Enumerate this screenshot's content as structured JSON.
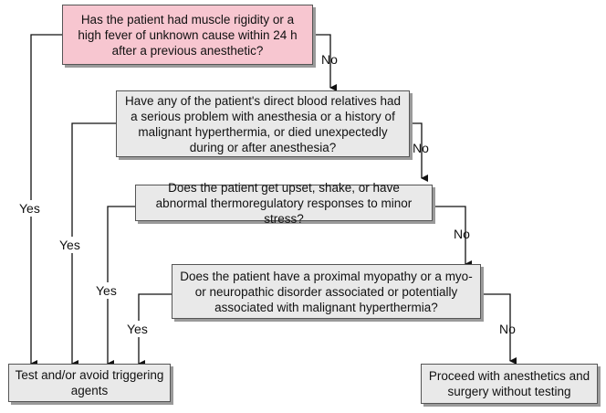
{
  "nodes": {
    "q1": "Has the patient had muscle rigidity or a high fever of unknown cause within 24 h after a previous anesthetic?",
    "q2": "Have any of the patient's direct blood relatives had a serious problem with anesthesia or a history of malignant hyperthermia, or died unexpectedly during or after anesthesia?",
    "q3": "Does the patient get upset, shake, or have abnormal thermoregulatory responses to minor stress?",
    "q4": "Does the patient have a proximal myopathy or a myo- or neuropathic disorder associated or potentially associated with malignant hyperthermia?",
    "test": "Test and/or avoid triggering agents",
    "proceed": "Proceed with anesthetics and surgery without testing"
  },
  "edges": {
    "no": "No",
    "yes": "Yes"
  },
  "colors": {
    "q1_fill": "#f7c6d0",
    "box_fill": "#e9e9e9",
    "line": "#111111"
  }
}
